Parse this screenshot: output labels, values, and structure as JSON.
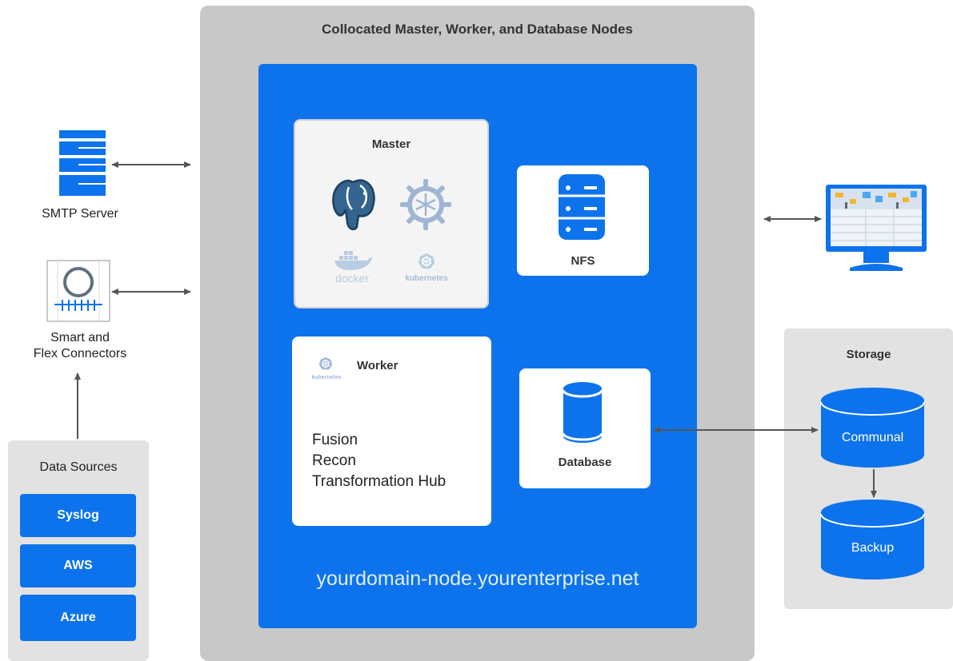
{
  "cluster": {
    "title": "Collocated Master, Worker, and Database Nodes",
    "domain": "yourdomain-node.yourenterprise.net"
  },
  "master": {
    "title": "Master",
    "icons": [
      "postgresql-icon",
      "helm-wheel-icon",
      "docker-icon",
      "kubernetes-icon"
    ],
    "docker_label": "docker",
    "kubernetes_label": "kubernetes"
  },
  "worker": {
    "title": "Worker",
    "kubernetes_label": "kubernetes",
    "components": [
      "Fusion",
      "Recon",
      "Transformation Hub"
    ]
  },
  "nfs": {
    "label": "NFS"
  },
  "database": {
    "label": "Database"
  },
  "smtp": {
    "label": "SMTP Server"
  },
  "connectors": {
    "label_line1": "Smart and",
    "label_line2": "Flex Connectors"
  },
  "data_sources": {
    "title": "Data Sources",
    "items": [
      "Syslog",
      "AWS",
      "Azure"
    ]
  },
  "storage": {
    "title": "Storage",
    "communal": "Communal",
    "backup": "Backup"
  },
  "colors": {
    "primary_blue": "#0d73ec",
    "panel_grey": "#c8c8c8",
    "light_grey": "#e2e2e2"
  }
}
